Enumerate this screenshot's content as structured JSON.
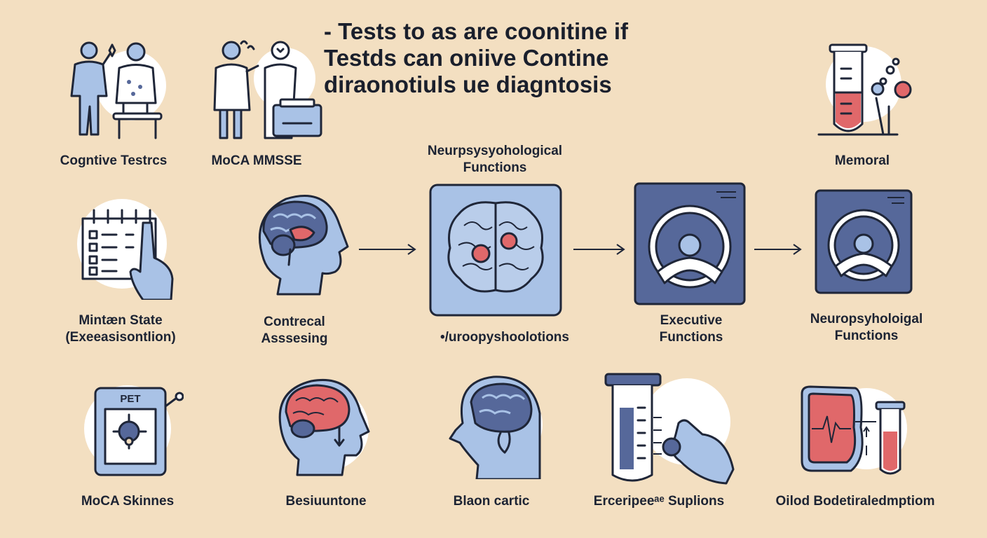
{
  "title": {
    "line1": "- Tests to as are coonitine if",
    "line2": "Testds can oniive Contine",
    "line3": "diraonotiuls ue diagntosis"
  },
  "labels": {
    "cognitive_tests": "Cogntive Testrcs",
    "moca_mmse": "MoCA MMSSE",
    "memoral": "Memoral",
    "neuro_top_1": "Neurpsysyohological",
    "neuro_top_2": "Functions",
    "minten_1": "Mintæn State",
    "minten_2": "(Exeeasisontlion)",
    "contrecal_1": "Contrecal",
    "contrecal_2": "Asssesing",
    "neuro_mid": "•/uroopyshoolotions",
    "executive_1": "Executive",
    "executive_2": "Functions",
    "neuro_right_1": "Neuropsyholoigal",
    "neuro_right_2": "Functions",
    "moca_skinnes": "MoCA Skinnes",
    "besiuntone": "Besiuuntone",
    "blaon_cartic": "Blaon cartic",
    "erceripee": "Erceripeeᵃᵉ Suplions",
    "oliod": "Oilod Bodetiraledmptiom"
  },
  "icon_texts": {
    "pet_screen": "PET"
  },
  "colors": {
    "background": "#f3dfc1",
    "blue_light": "#a9c2e6",
    "blue_dark": "#56689a",
    "red_accent": "#e0686a",
    "outline": "#1f2638",
    "circle_bg": "#ffffff"
  }
}
